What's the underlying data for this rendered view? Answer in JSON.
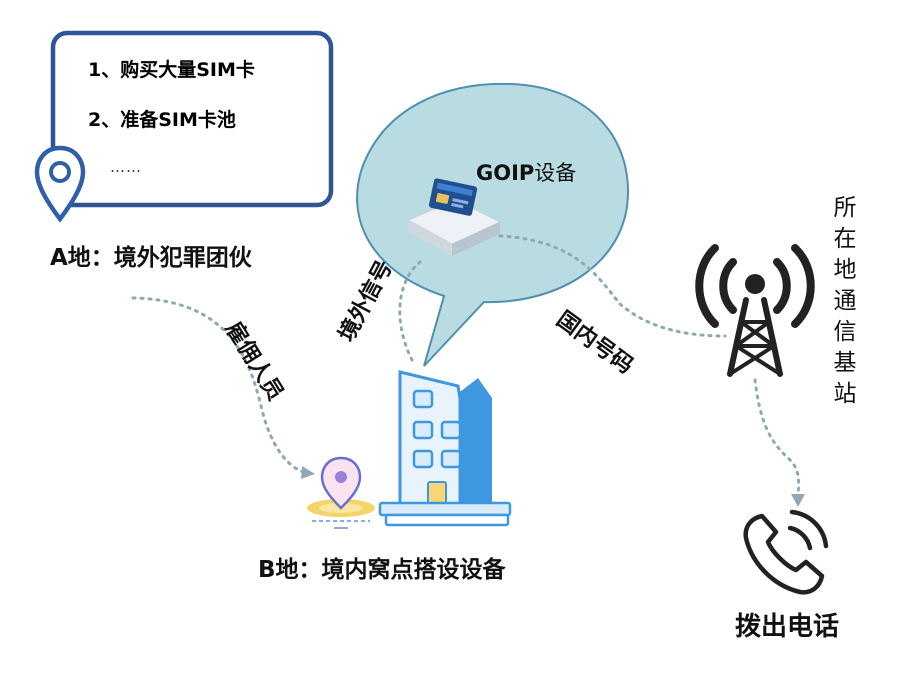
{
  "info_box": {
    "steps": [
      "1、购买大量SIM卡",
      "2、准备SIM卡池"
    ],
    "ellipsis": "……"
  },
  "location_a": {
    "label": "A地：境外犯罪团伙"
  },
  "location_b": {
    "label": "B地：境内窝点搭设设备"
  },
  "goip": {
    "label_prefix": "GOIP",
    "label_suffix": "设备"
  },
  "flows": {
    "hire": "雇佣人员",
    "overseas_signal": "境外信号",
    "domestic_number": "国内号码"
  },
  "base_station": {
    "label_chars": [
      "所",
      "在",
      "地",
      "通",
      "信",
      "基",
      "站"
    ]
  },
  "call": {
    "label": "拨出电话"
  },
  "colors": {
    "box_border": "#2f5597",
    "pin_blue": "#2f5fa8",
    "bubble_fill": "#b9dce2",
    "bubble_stroke": "#4f8fb0",
    "dotted_line": "#8fa9b4",
    "building_blue": "#3f97e0",
    "building_light": "#e8f3fc",
    "door_yellow": "#f7d774",
    "tower_dark": "#222222"
  }
}
